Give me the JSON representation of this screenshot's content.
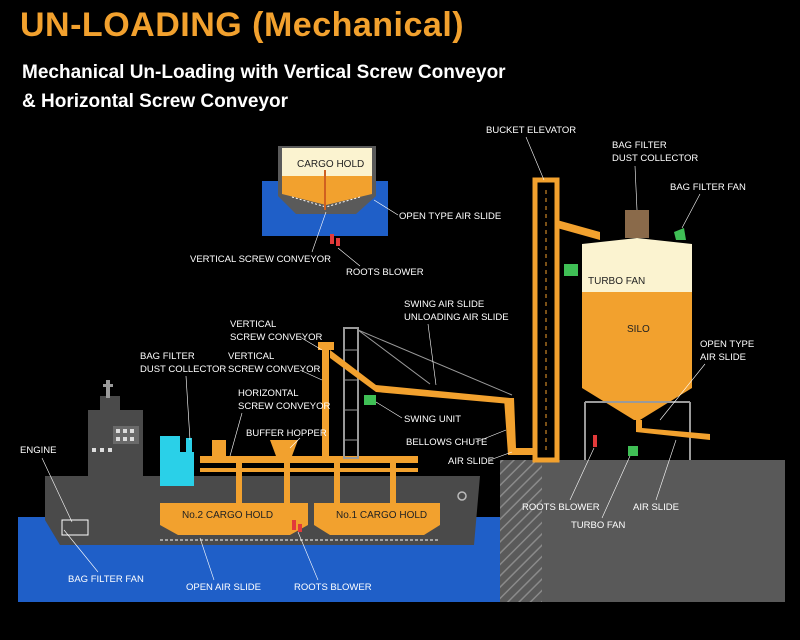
{
  "title": "UN-LOADING (Mechanical)",
  "subtitle_line1": "Mechanical Un-Loading with Vertical Screw Conveyor",
  "subtitle_line2": "& Horizontal Screw Conveyor",
  "colors": {
    "accent": "#f2a12e",
    "sea": "#1f5fc8",
    "hull": "#4a4a4a",
    "ground": "#595959",
    "cargo": "#f2a12e",
    "hold_cream": "#fbf3d0",
    "blower_red": "#e23a3a",
    "fan_green": "#3fbf55",
    "filter_cyan": "#2ad0e8"
  },
  "labels": {
    "cargo_hold": "CARGO HOLD",
    "open_type_air_slide_top": "OPEN TYPE AIR SLIDE",
    "vertical_screw_conveyor_top": "VERTICAL SCREW CONVEYOR",
    "roots_blower_top": "ROOTS BLOWER",
    "bucket_elevator": "BUCKET ELEVATOR",
    "bag_filter_dust_collector_silo_1": "BAG FILTER",
    "bag_filter_dust_collector_silo_2": "DUST COLLECTOR",
    "bag_filter_fan_silo": "BAG FILTER FAN",
    "turbo_fan_silo": "TURBO FAN",
    "silo": "SILO",
    "open_type_air_slide_silo_1": "OPEN TYPE",
    "open_type_air_slide_silo_2": "AIR SLIDE",
    "swing_air_slide": "SWING AIR SLIDE",
    "unloading_air_slide": "UNLOADING AIR SLIDE",
    "vertical_screw_conveyor_1a": "VERTICAL",
    "vertical_screw_conveyor_1b": "SCREW CONVEYOR",
    "vertical_screw_conveyor_2a": "VERTICAL",
    "vertical_screw_conveyor_2b": "SCREW CONVEYOR",
    "bag_filter_dust_collector_ship_1": "BAG FILTER",
    "bag_filter_dust_collector_ship_2": "DUST COLLECTOR",
    "horizontal_screw_conveyor_1": "HORIZONTAL",
    "horizontal_screw_conveyor_2": "SCREW CONVEYOR",
    "buffer_hopper": "BUFFER HOPPER",
    "swing_unit": "SWING UNIT",
    "bellows_chute": "BELLOWS CHUTE",
    "air_slide_ship": "AIR SLIDE",
    "engine": "ENGINE",
    "no2_cargo_hold": "No.2 CARGO HOLD",
    "no1_cargo_hold": "No.1 CARGO HOLD",
    "bag_filter_fan_ship": "BAG FILTER FAN",
    "open_air_slide": "OPEN AIR SLIDE",
    "roots_blower_ship": "ROOTS BLOWER",
    "roots_blower_shore": "ROOTS BLOWER",
    "turbo_fan_shore": "TURBO FAN",
    "air_slide_shore": "AIR SLIDE"
  }
}
